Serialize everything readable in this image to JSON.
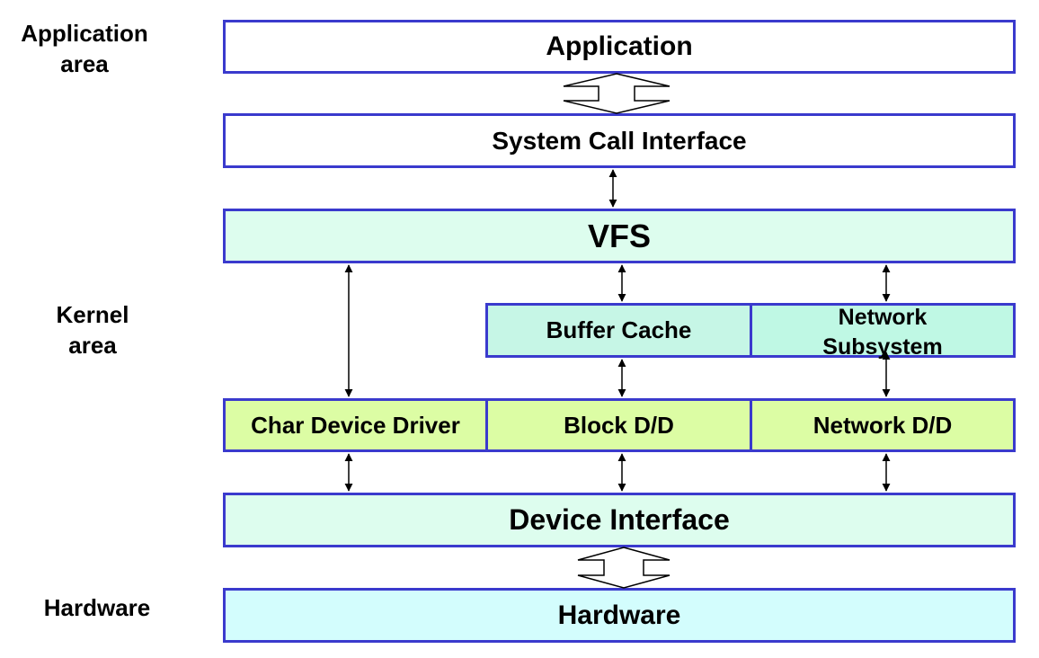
{
  "side_labels": {
    "application_area": "Application\narea",
    "kernel_area": "Kernel\narea",
    "hardware": "Hardware"
  },
  "layers": {
    "application": "Application",
    "system_call_interface": "System Call Interface",
    "vfs": "VFS",
    "buffer_cache": "Buffer Cache",
    "network_subsystem": "Network\nSubsystem",
    "char_device_driver": "Char Device Driver",
    "block_dd": "Block D/D",
    "network_dd": "Network D/D",
    "device_interface": "Device Interface",
    "hardware": "Hardware"
  },
  "colors": {
    "border": "#3a3acd",
    "application_fill": "#ffffff",
    "syscall_fill": "#ffffff",
    "vfs_fill": "#ddfdee",
    "buffer_cache_fill": "#c6f6e6",
    "network_subsystem_fill": "#bff8e4",
    "driver_fill": "#dcfda4",
    "device_interface_fill": "#ddfdee",
    "hardware_fill": "#d3fdfd"
  }
}
